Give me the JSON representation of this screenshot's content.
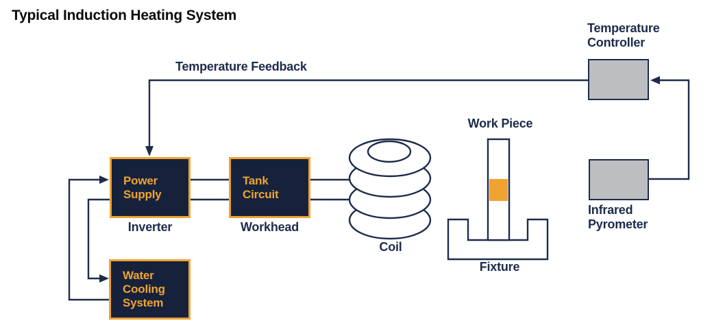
{
  "title": "Typical Induction Heating System",
  "colors": {
    "navy": "#1d2b4b",
    "navy_fill": "#16223c",
    "orange": "#f0a331",
    "gray": "#bcbec0",
    "title_color": "#0a0a0a"
  },
  "feedback": {
    "label": "Temperature Feedback"
  },
  "blocks": {
    "power_supply": {
      "label": "Power\nSupply",
      "caption": "Inverter"
    },
    "tank_circuit": {
      "label": "Tank\nCircuit",
      "caption": "Workhead"
    },
    "water_cooling": {
      "label": "Water\nCooling\nSystem"
    },
    "temperature_controller": {
      "label": "Temperature\nController"
    },
    "infrared_pyrometer": {
      "label": "Infrared\nPyrometer"
    }
  },
  "parts": {
    "coil": "Coil",
    "work_piece": "Work Piece",
    "fixture": "Fixture"
  }
}
